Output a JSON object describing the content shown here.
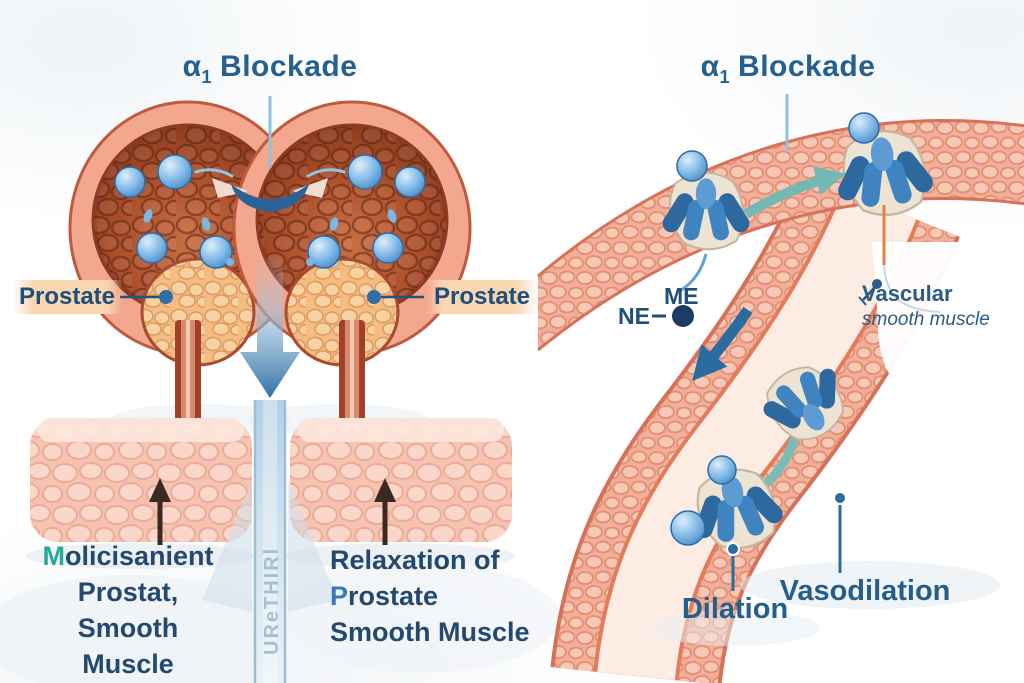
{
  "left": {
    "title": {
      "alpha": "α",
      "sub": "1",
      "rest": "Blockade"
    },
    "prostate_left_label": "Prostate",
    "prostate_right_label": "Prostate",
    "urethra_vertical_text": "UReTHIRl",
    "result_left": {
      "lead": "M",
      "line1_rest": "olicisanient",
      "line2": "Prostat,",
      "line3": "Smooth",
      "line4": "Muscle"
    },
    "result_right": {
      "line1": "Relaxation of",
      "line2_lead": "P",
      "line2_rest": "rostate",
      "line3": "Smooth Muscle"
    }
  },
  "right": {
    "title": {
      "alpha": "α",
      "sub": "1",
      "rest": "Blockade"
    },
    "ne_label": "NE",
    "me_label": "ME",
    "vascular_label": {
      "line1": "Vascular",
      "line2": "smooth muscle"
    },
    "dilation_label": "Dilation",
    "vasodilation_label": "Vasodilation"
  },
  "colors": {
    "title_blue": "#26608f",
    "label_navy": "#1f4e79",
    "teal_accent": "#2aa79b",
    "arrow_blue": "#2a6ba0",
    "teal_arrow": "#72b9b4",
    "peach_highlight": "#f8d6b2",
    "bladder_wall_salmon": "#f2a78e",
    "bladder_interior_brown": "#a34a28",
    "prostate_orange": "#f4bc82",
    "tissue_pink": "#f6c3b2",
    "vessel_salmon": "#f2ae97",
    "molecule_blue": "#7db7e6",
    "urethra_text_blue": "#a7bfcf"
  }
}
